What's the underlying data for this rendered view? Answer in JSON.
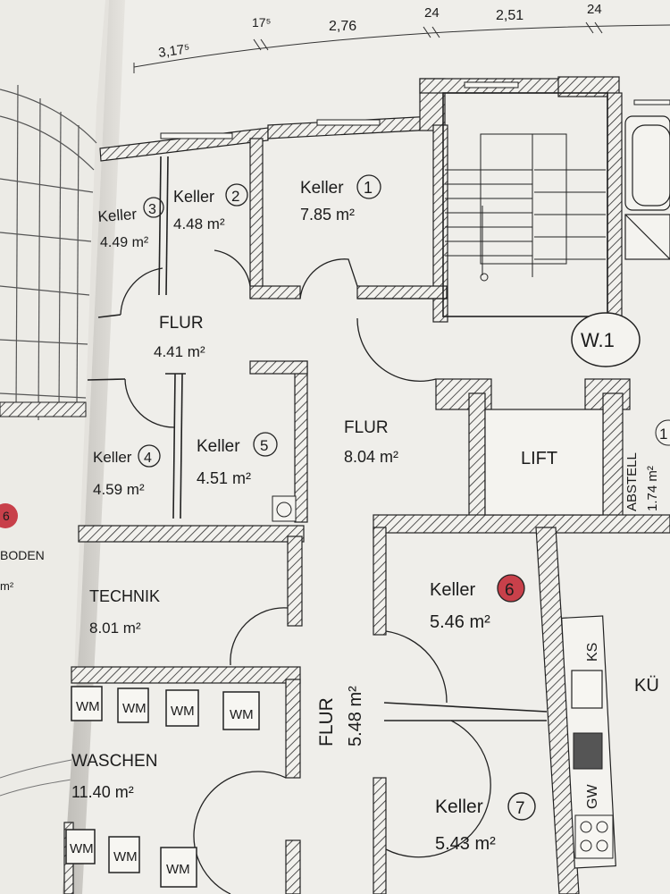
{
  "dimensions": {
    "d1": "3,17⁵",
    "d2": "17⁵",
    "d3": "2,76",
    "d4": "24",
    "d5": "2,51",
    "d6": "24"
  },
  "rooms": {
    "keller1": {
      "name": "Keller",
      "num": "1",
      "area": "7.85 m²"
    },
    "keller2": {
      "name": "Keller",
      "num": "2",
      "area": "4.48 m²"
    },
    "keller3": {
      "name": "Keller",
      "num": "3",
      "area": "4.49 m²"
    },
    "keller4": {
      "name": "Keller",
      "num": "4",
      "area": "4.59 m²"
    },
    "keller5": {
      "name": "Keller",
      "num": "5",
      "area": "4.51 m²"
    },
    "keller6": {
      "name": "Keller",
      "num": "6",
      "area": "5.46 m²",
      "highlight": "#c8404a"
    },
    "keller7": {
      "name": "Keller",
      "num": "7",
      "area": "5.43 m²"
    },
    "flur1": {
      "name": "FLUR",
      "area": "4.41 m²"
    },
    "flur2": {
      "name": "FLUR",
      "area": "8.04 m²"
    },
    "flur3": {
      "name": "FLUR",
      "area": "5.48 m²"
    },
    "technik": {
      "name": "TECHNIK",
      "area": "8.01 m²"
    },
    "waschen": {
      "name": "WASCHEN",
      "area": "11.40 m²"
    },
    "lift": {
      "name": "LIFT"
    },
    "abstell": {
      "name": "ABSTELL",
      "area": "1.74 m²",
      "num": "1"
    },
    "kueche": {
      "name": "KÜ"
    },
    "boden": {
      "name": "BODEN",
      "unit": "m²",
      "num": "6",
      "highlight": "#c8404a"
    }
  },
  "apartment": {
    "label": "W.1"
  },
  "fixtures": {
    "wm": "WM",
    "ks": "KS",
    "gw": "GW"
  },
  "colors": {
    "paper": "#f0efeb",
    "ink": "#1b1b1b",
    "highlight": "#c8404a"
  }
}
